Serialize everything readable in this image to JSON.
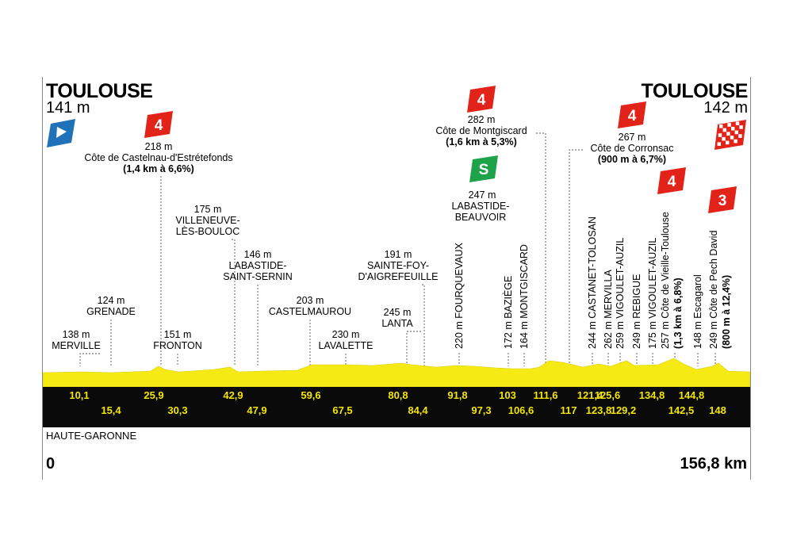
{
  "start": {
    "city": "TOULOUSE",
    "altitude": "141 m"
  },
  "finish": {
    "city": "TOULOUSE",
    "altitude": "142 m"
  },
  "region": "HAUTE-GARONNE",
  "total_distance": {
    "start": "0",
    "end": "156,8 km"
  },
  "colors": {
    "profile_fill": "#f5ea14",
    "band": "#0a0a0a",
    "km_text": "#f2e600",
    "climb_badge": "#e2231a",
    "sprint_badge": "#1fa34a",
    "start_flag": "#1f72b8"
  },
  "climbs": [
    {
      "category": "4",
      "altitude": "218 m",
      "name": "Côte de Castelnau-d'Estrétefonds",
      "stats": "(1,4 km à 6,6%)"
    },
    {
      "category": "4",
      "altitude": "282 m",
      "name": "Côte de Montgiscard",
      "stats": "(1,6 km à 5,3%)"
    },
    {
      "category": "4",
      "altitude": "267 m",
      "name": "Côte de Corronsac",
      "stats": "(900 m à 6,7%)"
    },
    {
      "category": "4",
      "altitude": "257 m",
      "name": "Côte de Vieille-Toulouse",
      "stats": "(1,3 km à 6,8%)"
    },
    {
      "category": "3",
      "altitude": "249 m",
      "name": "Côte de Pech David",
      "stats": "(800 m à 12,4%)"
    }
  ],
  "sprint": {
    "category": "S",
    "altitude": "247 m",
    "lines": [
      "LABASTIDE-",
      "BEAUVOIR"
    ]
  },
  "towns": [
    {
      "lines": [
        "138 m",
        "MERVILLE"
      ]
    },
    {
      "lines": [
        "124 m",
        "GRENADE"
      ]
    },
    {
      "lines": [
        "151 m",
        "FRONTON"
      ]
    },
    {
      "lines": [
        "175 m",
        "VILLENEUVE-",
        "LÈS-BOULOC"
      ]
    },
    {
      "lines": [
        "146 m",
        "LABASTIDE-",
        "SAINT-SERNIN"
      ]
    },
    {
      "lines": [
        "203 m",
        "CASTELMAUROU"
      ]
    },
    {
      "lines": [
        "230 m",
        "LAVALETTE"
      ]
    },
    {
      "lines": [
        "245 m",
        "LANTA"
      ]
    },
    {
      "lines": [
        "191 m",
        "SAINTE-FOY-",
        "D'AIGREFEUILLE"
      ]
    }
  ],
  "vertical_labels": [
    {
      "text": "220 m FOURQUEVAUX"
    },
    {
      "text": "172 m BAZIÈGE"
    },
    {
      "text": "164 m MONTGISCARD"
    },
    {
      "text": "244 m CASTANET-TOLOSAN"
    },
    {
      "text": "262 m MERVILLA"
    },
    {
      "text": "259 m VIGOULET-AUZIL"
    },
    {
      "text": "249 m REBIGUE"
    },
    {
      "text": "175 m VIGOULET-AUZIL"
    },
    {
      "text": "148 m Escagarol"
    }
  ],
  "km_marks": [
    "10,1",
    "15,4",
    "25,9",
    "30,3",
    "42,9",
    "47,9",
    "59,6",
    "67,5",
    "80,8",
    "84,4",
    "91,8",
    "97,3",
    "103",
    "106,6",
    "111,6",
    "117",
    "121,4",
    "123,8",
    "125,6",
    "129,2",
    "134,8",
    "142,5",
    "144,8",
    "148"
  ]
}
